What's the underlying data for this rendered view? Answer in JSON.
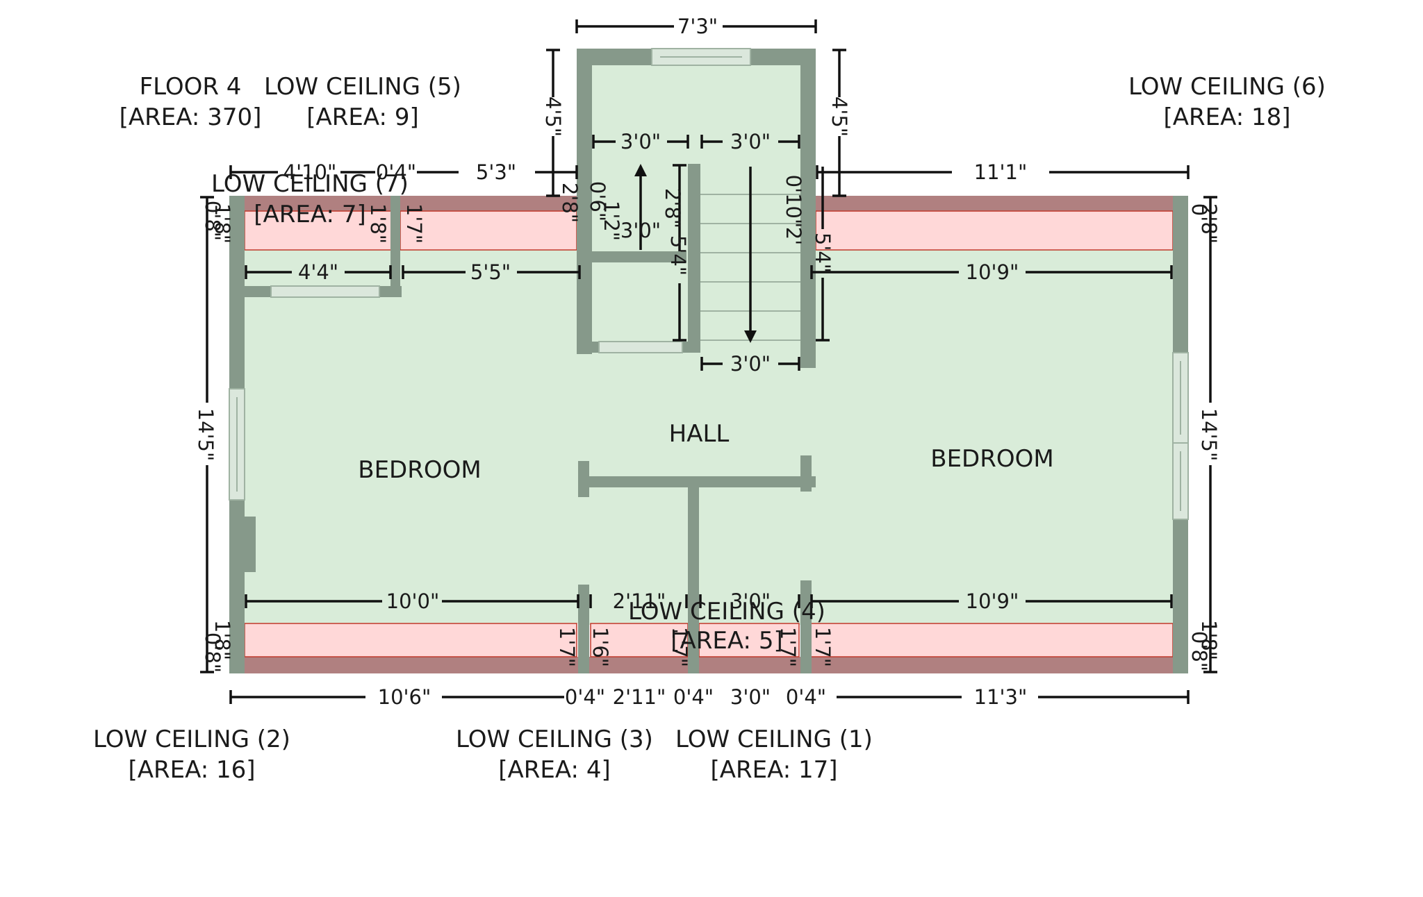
{
  "colors": {
    "room": "#d9ecd9",
    "wall": "#86998a",
    "low_ceiling": "#ffd8d8",
    "low_ceiling_edge": "#c0392b",
    "eave": "#b08080"
  },
  "labels": {
    "floor": "FLOOR 4",
    "floor_area": "[AREA: 370]",
    "lc1": "LOW CEILING (1)",
    "lc1_area": "[AREA: 17]",
    "lc2": "LOW CEILING (2)",
    "lc2_area": "[AREA: 16]",
    "lc3": "LOW CEILING (3)",
    "lc3_area": "[AREA: 4]",
    "lc4": "LOW CEILING (4)",
    "lc4_area": "[AREA: 5]",
    "lc5": "LOW CEILING (5)",
    "lc5_area": "[AREA: 9]",
    "lc6": "LOW CEILING (6)",
    "lc6_area": "[AREA: 18]",
    "lc7": "LOW CEILING (7)",
    "lc7_area": "[AREA: 7]",
    "bedroom_left": "BEDROOM",
    "bedroom_right": "BEDROOM",
    "hall": "HALL"
  },
  "dims": {
    "top_overall": "7'3\"",
    "stair_w1": "3'0\"",
    "stair_w2": "3'0\"",
    "stair_w3": "3'0\"",
    "stair_w4": "3'0\"",
    "ext_left_h": "4'5\"",
    "ext_right_h": "4'5\"",
    "top_seg1": "4'10\"",
    "top_seg2": "0'4\"",
    "top_seg3": "5'3\"",
    "top_seg4": "11'1\"",
    "v_a": "2'8\"",
    "v_b": "0'6\"",
    "v_c": "2'8\"",
    "v_d": "1'2\"",
    "v_e": "5'4\"",
    "v_f": "0'10\"",
    "v_g": "2'",
    "v_h": "5'4\"",
    "left_c1": "1'8\"",
    "left_c2": "0'8\"",
    "lc7_h1": "1'8\"",
    "lc7_h2": "1'7\"",
    "right_c1": "2'8\"",
    "right_c2": "0'",
    "left_room_w1": "4'4\"",
    "left_room_w2": "5'5\"",
    "right_room_w": "10'9\"",
    "left_h": "14'5\"",
    "right_h": "14'5\"",
    "bot_inner_left": "10'0\"",
    "bot_inner_mid1": "2'11\"",
    "bot_inner_mid2": "3'0\"",
    "bot_inner_right": "10'9\"",
    "bot_v1": "1'7\"",
    "bot_v2": "1'6\"",
    "bot_v3": "1'7\"",
    "bot_v4": "1'7\"",
    "bot_v5": "1'7\"",
    "bot_lc1": "1'8\"",
    "bot_lc2": "0'8\"",
    "bot_rc1": "1'8\"",
    "bot_rc2": "0'8\"",
    "bot_seg1": "10'6\"",
    "bot_seg2": "0'4\"",
    "bot_seg3": "2'11\"",
    "bot_seg4": "0'4\"",
    "bot_seg5": "3'0\"",
    "bot_seg6": "0'4\"",
    "bot_seg7": "11'3\""
  }
}
